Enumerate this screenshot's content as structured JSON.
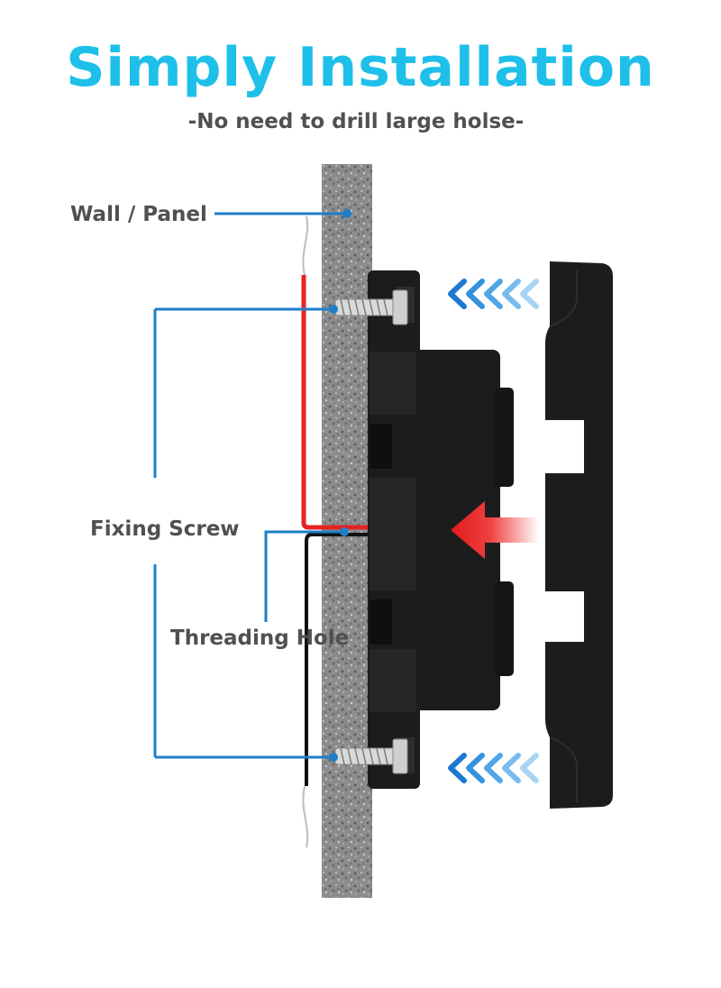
{
  "header": {
    "title": "Simply Installation",
    "subtitle": "-No need to drill large holse-"
  },
  "labels": {
    "wall": "Wall / Panel",
    "fixing_screw": "Fixing Screw",
    "threading_hole": "Threading Hole"
  },
  "colors": {
    "title": "#1ec0ea",
    "text": "#505050",
    "leader_line": "#1e7fc8",
    "wall": "#8a8a8a",
    "device": "#1c1c1c",
    "red_wire": "#e52323",
    "black_wire": "#111111",
    "arrow_blue": "#3aa0e8"
  },
  "icons": [
    "screw-icon",
    "double-chevron-left-icon",
    "push-arrow-icon"
  ]
}
